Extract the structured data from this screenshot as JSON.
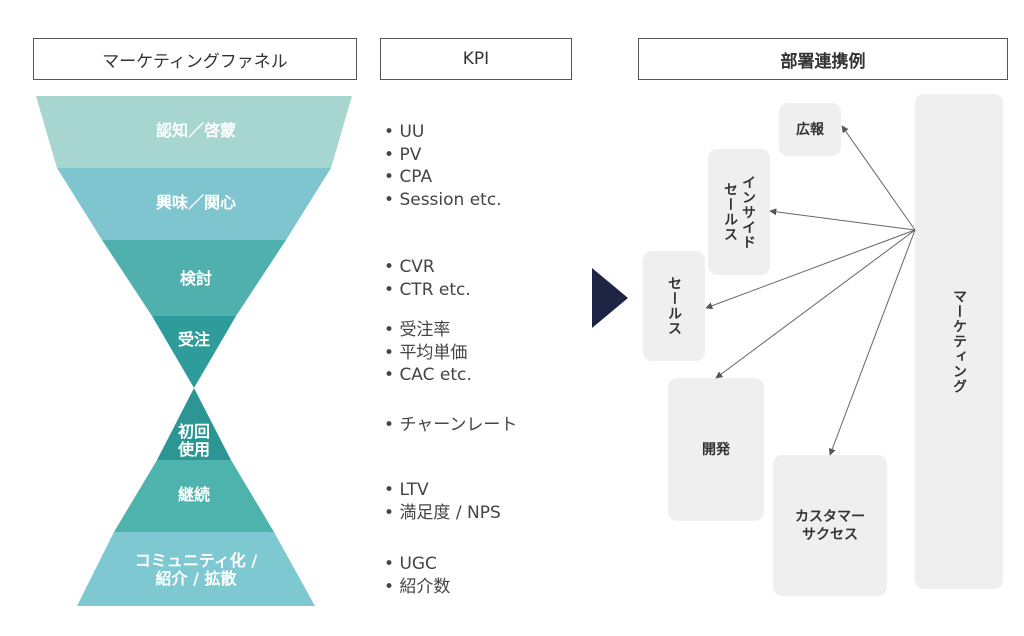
{
  "headers": {
    "funnel": "マーケティングファネル",
    "kpi": "KPI",
    "dept": "部署連携例"
  },
  "funnel": [
    {
      "label": "認知／啓蒙",
      "color": "#a6d6cf"
    },
    {
      "label": "興味／関心",
      "color": "#7fc5cf"
    },
    {
      "label": "検討",
      "color": "#4fb0ad"
    },
    {
      "label": "受注",
      "color": "#2d9c9a"
    },
    {
      "label": "初回\n使用",
      "color": "#2b9693"
    },
    {
      "label": "継続",
      "color": "#4fb3ad"
    },
    {
      "label": "コミュニティ化 /\n紹介 / 拡散",
      "color": "#7ec8d1"
    }
  ],
  "kpis": [
    [
      "UU",
      "PV",
      "CPA",
      "Session  etc."
    ],
    [
      "CVR",
      "CTR etc."
    ],
    [
      "受注率",
      "平均単価",
      "CAC etc."
    ],
    [
      "チャーンレート"
    ],
    [
      "LTV",
      "満足度 / NPS"
    ],
    [
      "UGC",
      "紹介数"
    ]
  ],
  "departments": {
    "pr": "広報",
    "inside_sales": "インサイド\nセールス",
    "sales": "セールス",
    "dev": "開発",
    "cs": "カスタマー\nサクセス",
    "marketing": "マーケティング"
  },
  "colors": {
    "arrow": "#1d2444",
    "box": "#efefef",
    "line": "#666666"
  }
}
